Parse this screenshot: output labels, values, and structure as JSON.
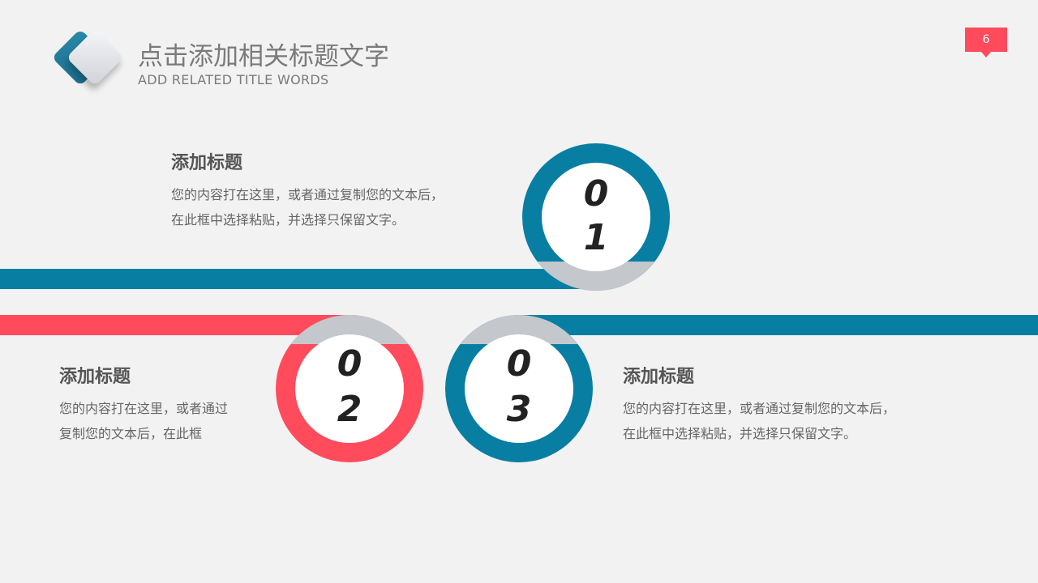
{
  "header": {
    "title_cn": "点击添加相关标题文字",
    "title_en": "ADD RELATED TITLE WORDS",
    "logo_icon": "diamond-logo-icon"
  },
  "page_number": "6",
  "colors": {
    "teal": "#087ea3",
    "red": "#ff4b5c",
    "grey": "#c4c7cc",
    "background": "#f2f2f2"
  },
  "items": [
    {
      "number": "01",
      "digit_top": "0",
      "digit_bottom": "1",
      "color": "teal",
      "title": "添加标题",
      "body_line1": "您的内容打在这里，或者通过复制您的文本后，",
      "body_line2": "在此框中选择粘贴，并选择只保留文字。"
    },
    {
      "number": "02",
      "digit_top": "0",
      "digit_bottom": "2",
      "color": "red",
      "title": "添加标题",
      "body_line1": "您的内容打在这里，或者通过",
      "body_line2": "复制您的文本后，在此框"
    },
    {
      "number": "03",
      "digit_top": "0",
      "digit_bottom": "3",
      "color": "teal",
      "title": "添加标题",
      "body_line1": "您的内容打在这里，或者通过复制您的文本后，",
      "body_line2": "在此框中选择粘贴，并选择只保留文字。"
    }
  ]
}
